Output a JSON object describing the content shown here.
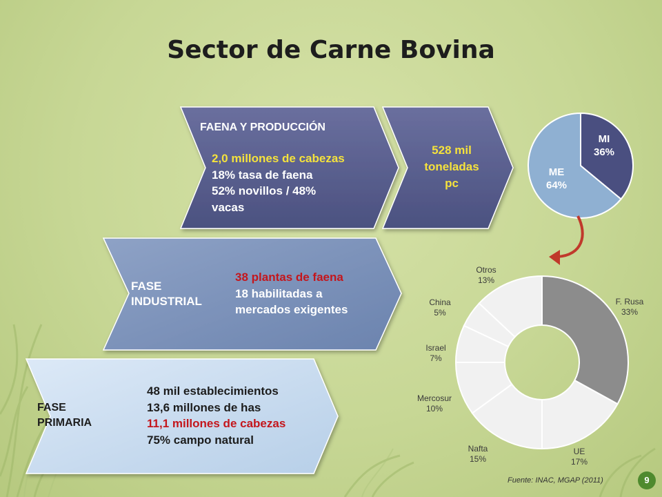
{
  "title": "Sector de Carne Bovina",
  "faena": {
    "label": "FAENA Y PRODUCCIÓN",
    "line1": "2,0 millones de cabezas",
    "line2": "18% tasa de faena",
    "line3": "52% novillos / 48%",
    "line4": "vacas"
  },
  "production": {
    "line1": "528 mil",
    "line2": "toneladas",
    "line3": "pc"
  },
  "industrial": {
    "label_line1": "FASE",
    "label_line2": "INDUSTRIAL",
    "line1": "38 plantas de faena",
    "line2": "18 habilitadas a",
    "line3": "mercados exigentes"
  },
  "primaria": {
    "label_line1": "FASE",
    "label_line2": "PRIMARIA",
    "line1": "48 mil establecimientos",
    "line2": "13,6 millones de has",
    "line3": "11,1 millones de cabezas",
    "line4": "75% campo natural"
  },
  "chart_data": [
    {
      "type": "pie",
      "categories": [
        "MI",
        "ME"
      ],
      "values": [
        36,
        64
      ],
      "labels": [
        "36%",
        "64%"
      ],
      "colors": [
        "#4a4f80",
        "#8fb0d2"
      ]
    },
    {
      "type": "pie",
      "categories": [
        "F. Rusa",
        "UE",
        "Nafta",
        "Mercosur",
        "Israel",
        "China",
        "Otros"
      ],
      "values": [
        33,
        17,
        15,
        10,
        7,
        5,
        13
      ],
      "labels": [
        "33%",
        "17%",
        "15%",
        "10%",
        "7%",
        "5%",
        "13%"
      ],
      "colors": [
        "#8c8c8c",
        "#f1f1f1",
        "#f1f1f1",
        "#f1f1f1",
        "#f1f1f1",
        "#f1f1f1",
        "#f1f1f1"
      ]
    }
  ],
  "source": "Fuente: INAC, MGAP (2011)",
  "page_number": "9",
  "colors": {
    "accent_yellow": "#f5e23c",
    "accent_red": "#c4161c",
    "page_badge": "#4f8a2e"
  }
}
